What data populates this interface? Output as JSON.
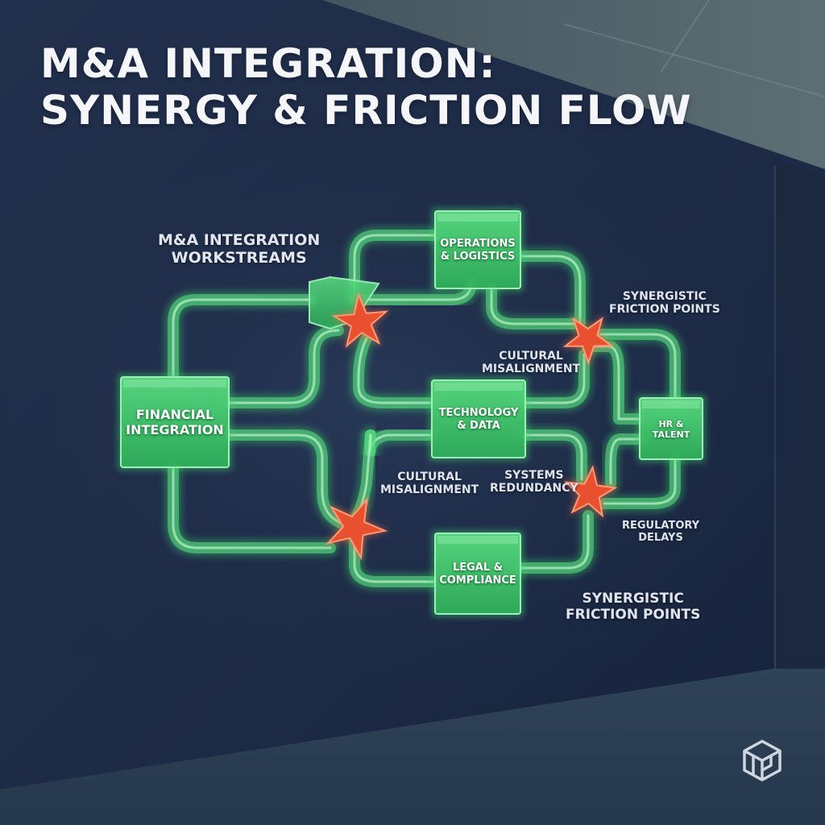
{
  "title": {
    "line1": "M&A INTEGRATION:",
    "line2": "SYNERGY & FRICTION FLOW"
  },
  "colors": {
    "wall": "#1f2d4a",
    "floor": "#2d4158",
    "pipe": "#5fe385",
    "pipe_glow": "#3bd46a",
    "box_fill": "#3bc466",
    "friction": "#e8502f",
    "text": "#e6ebf2"
  },
  "nodes": {
    "financial": "FINANCIAL\nINTEGRATION",
    "operations": "OPERATIONS\n& LOGISTICS",
    "technology": "TECHNOLOGY\n& DATA",
    "hr": "HR &\nTALENT",
    "legal": "LEGAL &\nCOMPLIANCE"
  },
  "labels": {
    "workstreams": "M&A INTEGRATION\nWORKSTREAMS",
    "synergistic_top": "SYNERGISTIC\nFRICTION POINTS",
    "cultural_top": "CULTURAL\nMISALIGNMENT",
    "cultural_bottom": "CULTURAL\nMISALIGNMENT",
    "systems": "SYSTEMS\nREDUNDANCY",
    "regulatory": "REGULATORY\nDELAYS",
    "synergistic_bottom": "SYNERGISTIC\nFRICTION POINTS"
  },
  "icons": {
    "friction": "friction-starburst-icon",
    "logo": "cube-logo-icon"
  }
}
